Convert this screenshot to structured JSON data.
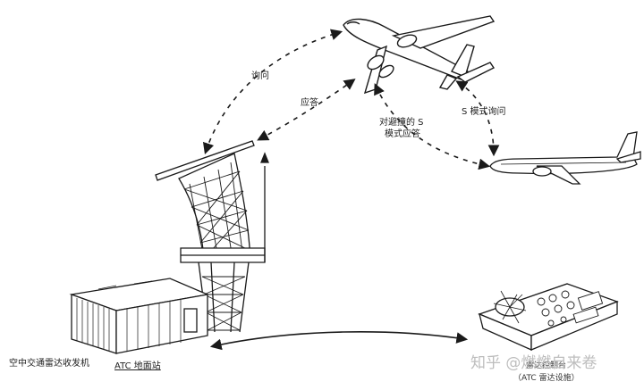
{
  "labels": {
    "interrogation": "询问",
    "reply": "应答",
    "tcas_reply_line1": "对避撞的 S",
    "tcas_reply_line2": "模式应答",
    "s_mode_interrogation": "S 模式询问",
    "transceiver": "空中交通雷达收发机",
    "ground_station": "ATC 地面站",
    "radar_facility_line1": "雷达控制台",
    "radar_facility_line2": "（ATC 雷达设施）"
  },
  "watermark": "知乎 @燃燃自来卷",
  "colors": {
    "ink": "#1a1a1a",
    "watermark": "#bdbdbd"
  }
}
